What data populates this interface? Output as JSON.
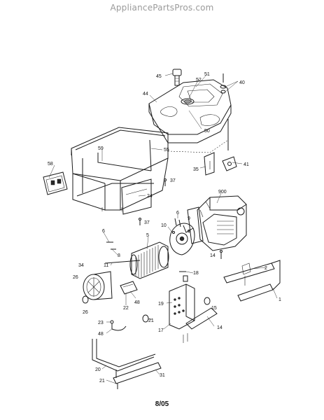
{
  "watermark": "AppliancePartsPros.com",
  "footer": "8/05",
  "part_labels": {
    "p45": "45",
    "p52": "52",
    "p51": "51",
    "p40": "40",
    "p44": "44",
    "p50": "50",
    "p41": "41",
    "p35": "35",
    "p58": "58",
    "p59": "59",
    "p55": "55",
    "p37a": "37",
    "p24": "24",
    "p37b": "37",
    "p900": "900",
    "p10": "10",
    "p6a": "6",
    "p9": "9",
    "p6b": "6",
    "p8": "8",
    "p5": "5",
    "p34": "34",
    "p11": "11",
    "p26a": "26",
    "p14a": "14",
    "p2": "2",
    "p18": "18",
    "p26b": "26",
    "p22": "22",
    "p48a": "48",
    "p1": "1",
    "p19": "19",
    "p15": "15",
    "p21a": "21",
    "p23": "23",
    "p48b": "48",
    "p17": "17",
    "p14b": "14",
    "p20": "20",
    "p31": "31",
    "p21b": "21"
  }
}
